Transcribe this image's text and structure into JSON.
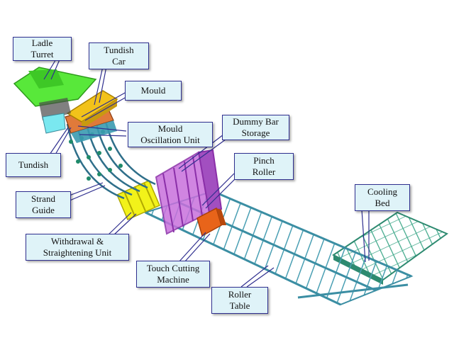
{
  "labels": {
    "ladle_turret": "Ladle\nTurret",
    "tundish_car": "Tundish\nCar",
    "mould": "Mould",
    "mould_oscillation_unit": "Mould\nOscillation Unit",
    "dummy_bar_storage": "Dummy Bar\nStorage",
    "tundish": "Tundish",
    "pinch_roller": "Pinch\nRoller",
    "strand_guide": "Strand\nGuide",
    "cooling_bed": "Cooling\nBed",
    "withdrawal_straightening_unit": "Withdrawal &\nStraightening Unit",
    "touch_cutting_machine": "Touch Cutting\nMachine",
    "roller_table": "Roller\nTable"
  },
  "colors": {
    "callout_fill": "#dff3f8",
    "callout_border": "#2f2f8f",
    "leader_line": "#2f2f8f",
    "turret": "#58e83a",
    "tundish_car": "#f2c21a",
    "segments": "#2f6f8a",
    "withdrawal": "#f2f21a",
    "dummy_bar": "#b84fd0",
    "cutting_machine": "#e8641a",
    "roller_table": "#6fb7c8",
    "cooling_bed": "#55b89a"
  }
}
